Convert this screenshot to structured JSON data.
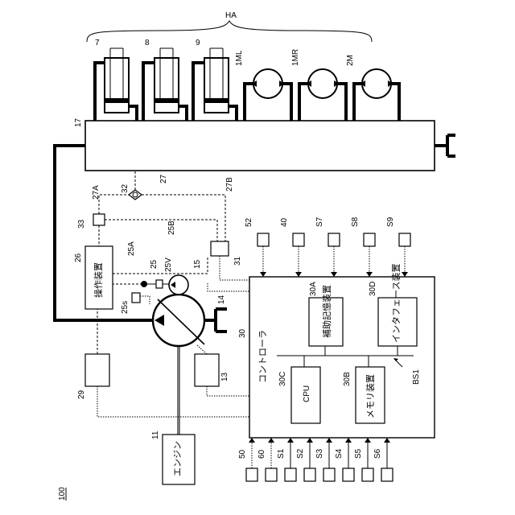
{
  "figure_ref": "100",
  "group_label": "HA",
  "actuators": {
    "cylinders": [
      "7",
      "8",
      "9"
    ],
    "motors": [
      "1ML",
      "1MR",
      "2M"
    ]
  },
  "valve_block": {
    "ref": "17"
  },
  "engine": {
    "ref": "11",
    "label": "エンジン"
  },
  "main_pump": {
    "ref": "14"
  },
  "pilot_pump": {
    "ref": "15"
  },
  "regulator": {
    "ref": "13"
  },
  "pump_sensor": {
    "ref": "25s"
  },
  "operating_device": {
    "ref": "26",
    "label": "操作装置"
  },
  "valve_refs": {
    "pilot": "25",
    "pilot_valve": "25V",
    "line_a": "25A",
    "line_b": "25B",
    "line_27": "27",
    "line_27a": "27A",
    "line_27b": "27B",
    "shuttle": "32",
    "box_33": "33",
    "box_31": "31",
    "box_29": "29"
  },
  "controller": {
    "ref": "30",
    "label": "コントローラ",
    "bus": "BS1",
    "cpu": {
      "ref": "30C",
      "label": "CPU"
    },
    "memory": {
      "ref": "30B",
      "label": "メモリ装置"
    },
    "aux_storage": {
      "ref": "30A",
      "label": "補助記憶装置"
    },
    "interface": {
      "ref": "30D",
      "label": "インタフェース装置"
    }
  },
  "top_inputs": [
    "52",
    "40",
    "S7",
    "S8",
    "S9"
  ],
  "bottom_io": [
    "50",
    "60",
    "S1",
    "S2",
    "S3",
    "S4",
    "S5",
    "S6"
  ]
}
